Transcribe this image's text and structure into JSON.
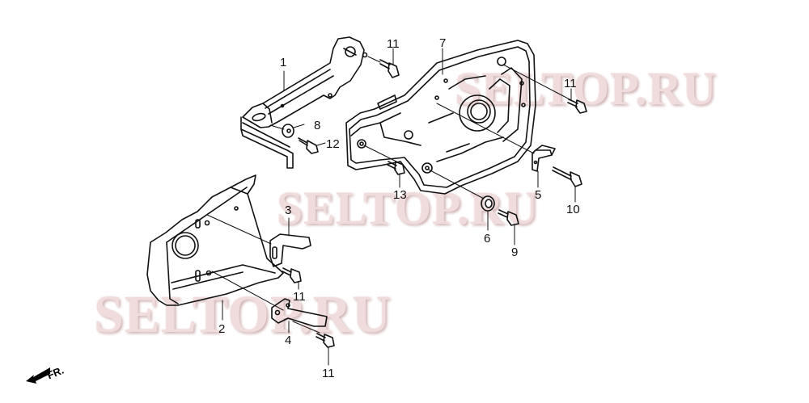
{
  "diagram": {
    "type": "exploded parts diagram",
    "line_color": "#111111",
    "background": "#ffffff"
  },
  "watermarks": [
    {
      "text": "SELTOP.RU",
      "color": "#f0dcdc"
    },
    {
      "text": "SELTOP.RU",
      "color": "#f0dcdc"
    },
    {
      "text": "SELTOP.RU",
      "color": "#f0dcdc"
    }
  ],
  "callouts": [
    {
      "id": "c1",
      "label": "1"
    },
    {
      "id": "c2",
      "label": "2"
    },
    {
      "id": "c3",
      "label": "3"
    },
    {
      "id": "c4",
      "label": "4"
    },
    {
      "id": "c5",
      "label": "5"
    },
    {
      "id": "c6",
      "label": "6"
    },
    {
      "id": "c7",
      "label": "7"
    },
    {
      "id": "c8",
      "label": "8"
    },
    {
      "id": "c9",
      "label": "9"
    },
    {
      "id": "c10",
      "label": "10"
    },
    {
      "id": "c11a",
      "label": "11"
    },
    {
      "id": "c11b",
      "label": "11"
    },
    {
      "id": "c11c",
      "label": "11"
    },
    {
      "id": "c11d",
      "label": "11"
    },
    {
      "id": "c12",
      "label": "12"
    },
    {
      "id": "c13",
      "label": "13"
    }
  ],
  "direction_indicator": {
    "label": "FR.",
    "icon": "front-arrow-icon"
  }
}
